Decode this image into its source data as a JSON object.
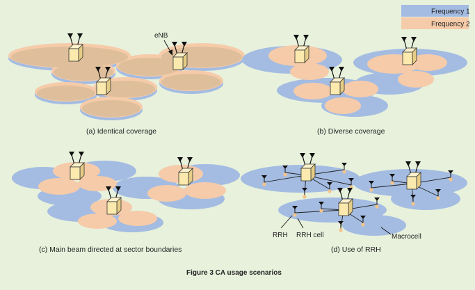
{
  "figure": {
    "caption": "Figure 3  CA usage scenarios"
  },
  "legend": {
    "items": [
      {
        "label": "Frequency 1",
        "color": "#a4bce2"
      },
      {
        "label": "Frequency 2",
        "color": "#f6cba9"
      }
    ]
  },
  "panels": [
    {
      "id": "a",
      "caption": "(a) Identical coverage"
    },
    {
      "id": "b",
      "caption": "(b) Diverse coverage"
    },
    {
      "id": "c",
      "caption": "(c) Main beam directed at sector boundaries"
    },
    {
      "id": "d",
      "caption": "(d) Use of RRH"
    }
  ],
  "labels": {
    "enb": "eNB",
    "rrh": "RRH",
    "rrh_cell": "RRH cell",
    "macrocell": "Macrocell"
  },
  "colors": {
    "background": "#e7f1dc",
    "frequency1": "#a4bce2",
    "frequency2": "#f6cba9",
    "overlap": "#dfbf9b",
    "station_face": "#fbe9ae",
    "rrh_cell": "#f3c58a"
  }
}
